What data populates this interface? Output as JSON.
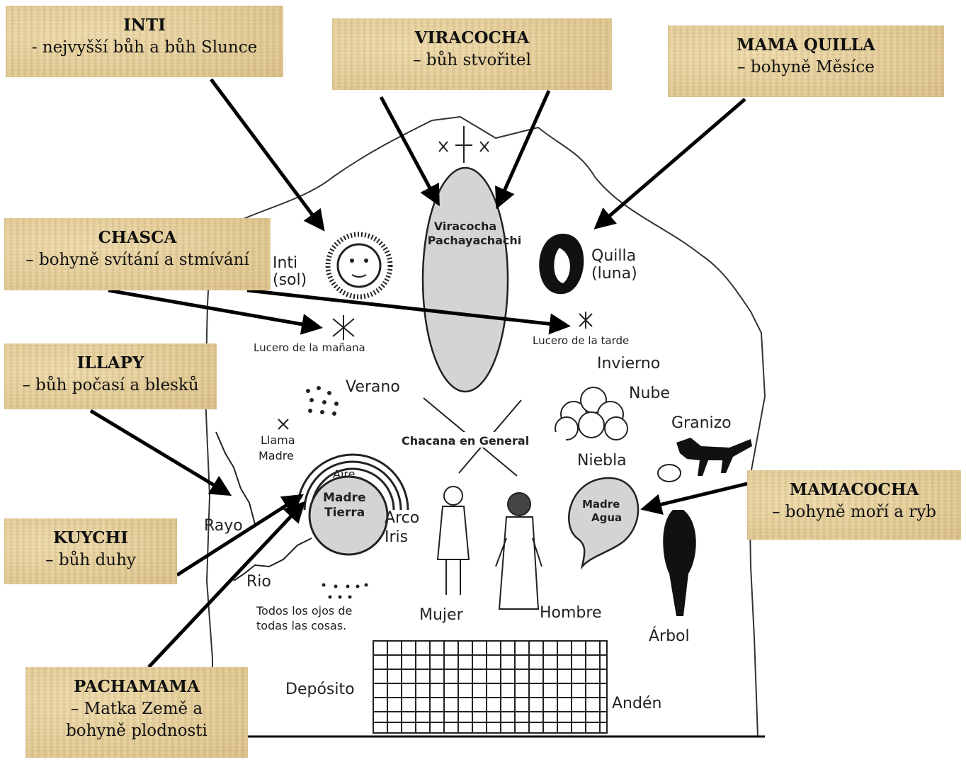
{
  "labels": {
    "inti": {
      "title": "INTI",
      "desc": "- nejvyšší bůh a bůh Slunce"
    },
    "viracocha": {
      "title": "VIRACOCHA",
      "desc": "– bůh stvořitel"
    },
    "mama_quilla": {
      "title": "MAMA QUILLA",
      "desc": "– bohyně Měsíce"
    },
    "chasca": {
      "title": "CHASCA",
      "desc": "– bohyně svítání a stmívání"
    },
    "illapy": {
      "title": "ILLAPY",
      "desc": "– bůh počasí a blesků"
    },
    "kuychi": {
      "title": "KUYCHI",
      "desc": "– bůh duhy"
    },
    "mamacocha": {
      "title": "MAMACOCHA",
      "desc": "– bohyně moří a ryb"
    },
    "pachamama": {
      "title": "PACHAMAMA",
      "desc1": "– Matka Země a",
      "desc2": "bohyně plodnosti"
    }
  },
  "drawing": {
    "viracocha": "Viracocha",
    "pachayachachi": "Pachayachachi",
    "inti": "Inti",
    "sol": "(sol)",
    "quilla": "Quilla",
    "luna": "(luna)",
    "lucero_manana": "Lucero de la mañana",
    "lucero_tarde": "Lucero de la tarde",
    "invierno": "Invierno",
    "verano": "Verano",
    "nube": "Nube",
    "granizo": "Granizo",
    "llama": "Llama",
    "madre": "Madre",
    "chacana": "Chacana en General",
    "niebla": "Niebla",
    "aire": "Aire",
    "madre_tierra_1": "Madre",
    "madre_tierra_2": "Tierra",
    "arco": "Arco",
    "iris": "Iris",
    "rayo": "Rayo",
    "madre_agua_1": "Madre",
    "madre_agua_2": "Agua",
    "rio": "Rio",
    "todos_1": "Todos los ojos de",
    "todos_2": "todas las cosas.",
    "mujer": "Mujer",
    "hombre": "Hombre",
    "arbol": "Árbol",
    "deposito": "Depósito",
    "anden": "Andén"
  }
}
